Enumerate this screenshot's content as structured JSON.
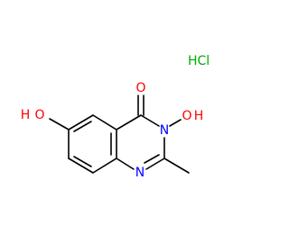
{
  "molecule": {
    "atoms": {
      "carbonyl_o": "O",
      "n3_oh": "O",
      "n3_h": "H",
      "n3": "N",
      "n1": "N",
      "c6_oh": "O",
      "c6_h": "H"
    },
    "salt": "HCl"
  },
  "colors": {
    "oxygen": "#ff0000",
    "nitrogen": "#0000ff",
    "chlorine": "#00aa00",
    "bond": "#000000"
  }
}
